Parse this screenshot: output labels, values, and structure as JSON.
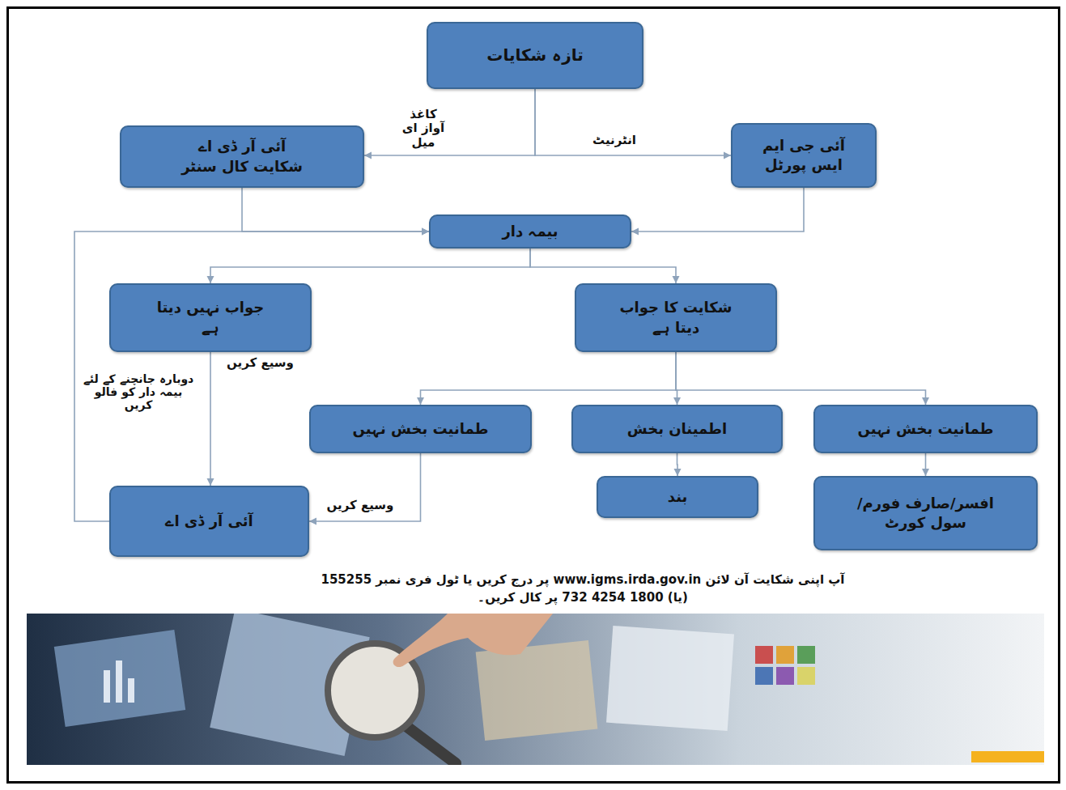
{
  "diagram": {
    "nodes": [
      {
        "text": [
          "تازہ شکایات"
        ]
      },
      {
        "text": [
          "آئی آر ڈی اے شکایت کال سنٹر"
        ]
      },
      {
        "text": [
          "آئی جی ایم ایس پورٹل"
        ]
      },
      {
        "text": [
          "بیمہ دار"
        ]
      },
      {
        "text": [
          "جواب نہیں دیتا ہے"
        ]
      },
      {
        "text": [
          "شکایت کا جواب دیتا ہے"
        ]
      },
      {
        "text": [
          "طمانیت بخش نہیں"
        ]
      },
      {
        "text": [
          "اطمینان بخش"
        ]
      },
      {
        "text": [
          "طمانیت بخش نہیں"
        ]
      },
      {
        "text": [
          "آئی آر ڈی اے"
        ]
      },
      {
        "text": [
          "بند"
        ]
      },
      {
        "text": [
          "افسر/صارف فورم/سول کورٹ"
        ]
      }
    ],
    "edges": [
      {
        "from": 0,
        "to": 1,
        "arrow": "to",
        "label": "کاغذ آواز ای میل"
      },
      {
        "from": 0,
        "to": 2,
        "arrow": "to",
        "label": "انٹرنیٹ"
      },
      {
        "from": 1,
        "to": 3,
        "arrow": "to"
      },
      {
        "from": 2,
        "to": 3,
        "arrow": "to"
      },
      {
        "from": 3,
        "to": 4,
        "arrow": "to"
      },
      {
        "from": 3,
        "to": 5,
        "arrow": "to"
      },
      {
        "from": 4,
        "to": 9,
        "arrow": "to",
        "label": "وسیع کریں"
      },
      {
        "from": 5,
        "to": 6,
        "arrow": "to"
      },
      {
        "from": 5,
        "to": 7,
        "arrow": "to"
      },
      {
        "from": 5,
        "to": 8,
        "arrow": "to"
      },
      {
        "from": 6,
        "to": 9,
        "arrow": "to",
        "label": "وسیع کریں"
      },
      {
        "from": 7,
        "to": 10,
        "arrow": "to"
      },
      {
        "from": 8,
        "to": 11,
        "arrow": "to"
      },
      {
        "from": 9,
        "to": 3,
        "arrow": "to",
        "label": "دوبارہ جانچنے کے لئے بیمہ دار کو فالو کریں"
      }
    ],
    "labels": [
      "آپ اپنی شکایت آن لائن www.igms.irda.gov.in پر درج کریں یا ٹول فری نمبر 155255 (یا) 1800 4254 732 پر کال کریں۔"
    ]
  }
}
